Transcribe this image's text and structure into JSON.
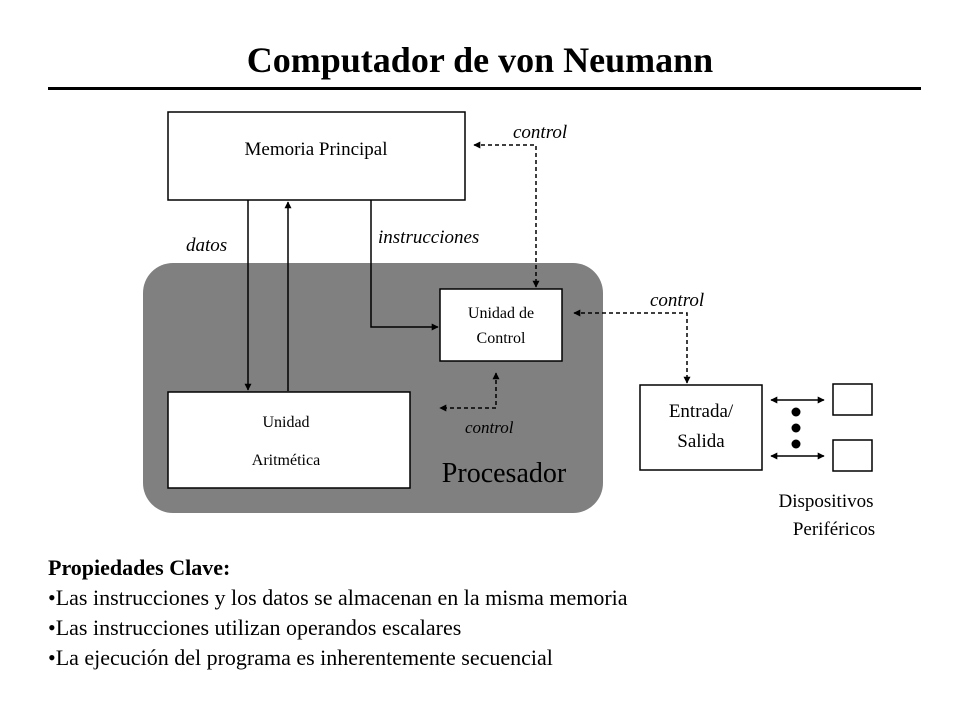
{
  "title": "Computador de von Neumann",
  "diagram": {
    "memory_label": "Memoria Principal",
    "control_unit_label": [
      "Unidad de",
      "Control"
    ],
    "alu_label": [
      "Unidad",
      "Aritmética"
    ],
    "processor_label": "Procesador",
    "io_label": [
      "Entrada/",
      "Salida"
    ],
    "peripherals_label": [
      "Dispositivos",
      "Periféricos"
    ],
    "edge_labels": {
      "control_memory": "control",
      "datos": "datos",
      "instrucciones": "instrucciones",
      "control_io": "control",
      "control_alu": "control"
    },
    "colors": {
      "processor_fill": "#808080",
      "box_fill": "#ffffff",
      "stroke": "#000000"
    }
  },
  "properties": {
    "heading": "Propiedades Clave:",
    "items": [
      "•Las instrucciones y los datos se almacenan en la misma memoria",
      "•Las instrucciones utilizan operandos escalares",
      "•La ejecución del programa es inherentemente secuencial"
    ]
  }
}
